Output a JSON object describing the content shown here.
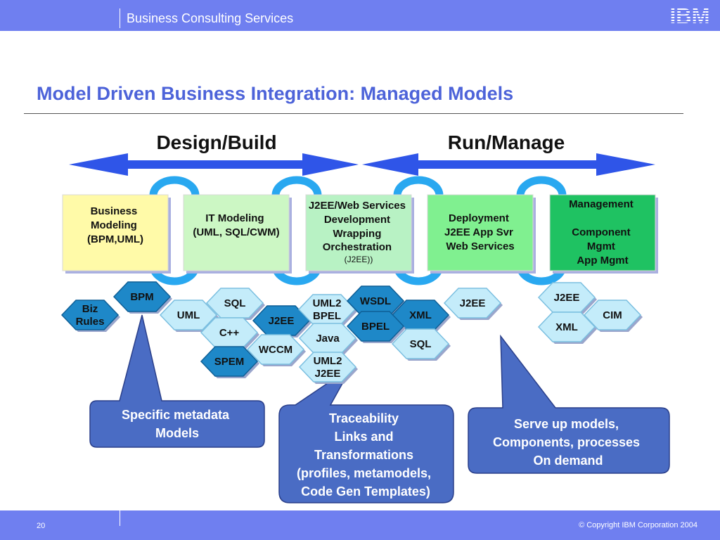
{
  "header": {
    "title": "Business Consulting Services",
    "logo_text": "IBM"
  },
  "slide": {
    "title": "Model Driven Business Integration: Managed Models"
  },
  "phases": {
    "design": "Design/Build",
    "run": "Run/Manage"
  },
  "stages": [
    {
      "lines": [
        "Business",
        "Modeling",
        "(BPM,UML)"
      ]
    },
    {
      "lines": [
        "IT Modeling",
        "(UML, SQL/CWM)"
      ]
    },
    {
      "lines": [
        "J2EE/Web Services",
        "Development",
        "Wrapping",
        "Orchestration",
        "(J2EE))"
      ]
    },
    {
      "lines": [
        "Deployment",
        "J2EE App Svr",
        "Web Services"
      ]
    },
    {
      "lines": [
        "Management",
        "",
        "Component",
        "Mgmt",
        "App Mgmt"
      ]
    }
  ],
  "hexes": [
    {
      "lines": [
        "Biz",
        "Rules"
      ]
    },
    {
      "lines": [
        "BPM"
      ]
    },
    {
      "lines": [
        "UML"
      ]
    },
    {
      "lines": [
        "SQL"
      ]
    },
    {
      "lines": [
        "C++"
      ]
    },
    {
      "lines": [
        "J2EE"
      ]
    },
    {
      "lines": [
        "SPEM"
      ]
    },
    {
      "lines": [
        "WCCM"
      ]
    },
    {
      "lines": [
        "UML2",
        "BPEL"
      ]
    },
    {
      "lines": [
        "WSDL"
      ]
    },
    {
      "lines": [
        "XML"
      ]
    },
    {
      "lines": [
        "Java"
      ]
    },
    {
      "lines": [
        "BPEL"
      ]
    },
    {
      "lines": [
        "SQL"
      ]
    },
    {
      "lines": [
        "UML2",
        "J2EE"
      ]
    },
    {
      "lines": [
        "J2EE"
      ]
    },
    {
      "lines": [
        "J2EE"
      ]
    },
    {
      "lines": [
        "CIM"
      ]
    },
    {
      "lines": [
        "XML"
      ]
    }
  ],
  "callouts": [
    {
      "lines": [
        "Specific metadata",
        "Models"
      ]
    },
    {
      "lines": [
        "Traceability",
        "Links and",
        "Transformations",
        "(profiles, metamodels,",
        "Code Gen Templates)"
      ]
    },
    {
      "lines": [
        "Serve up models,",
        "Components, processes",
        "On demand"
      ]
    }
  ],
  "footer": {
    "page": "20",
    "copyright": "© Copyright IBM Corporation 2004"
  }
}
